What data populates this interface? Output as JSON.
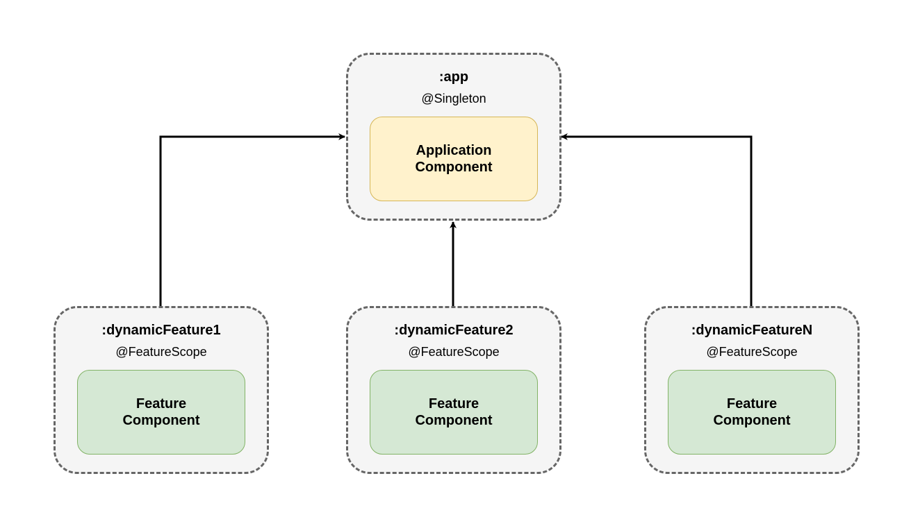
{
  "app_module": {
    "title": ":app",
    "scope": "@Singleton",
    "component_label": "Application Component"
  },
  "feature_modules": [
    {
      "title": ":dynamicFeature1",
      "scope": "@FeatureScope",
      "component_label": "Feature Component"
    },
    {
      "title": ":dynamicFeature2",
      "scope": "@FeatureScope",
      "component_label": "Feature Component"
    },
    {
      "title": ":dynamicFeatureN",
      "scope": "@FeatureScope",
      "component_label": "Feature Component"
    }
  ],
  "colors": {
    "module_fill": "#f5f5f5",
    "module_border": "#666666",
    "app_component_fill": "#fff2cc",
    "app_component_border": "#d6b656",
    "feature_component_fill": "#d5e8d4",
    "feature_component_border": "#82b366",
    "arrow": "#000000"
  }
}
